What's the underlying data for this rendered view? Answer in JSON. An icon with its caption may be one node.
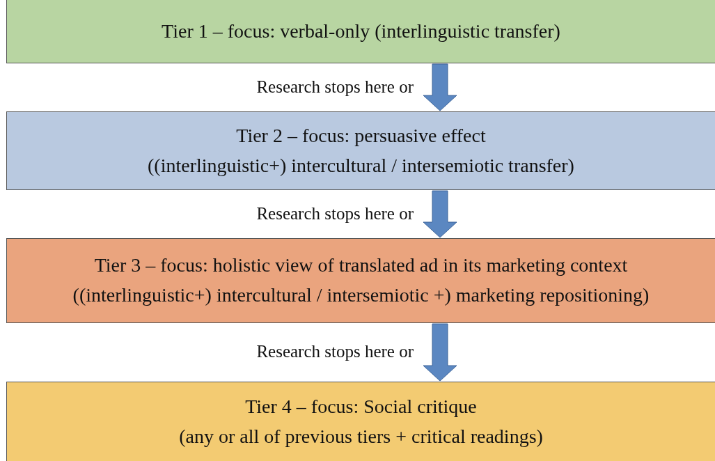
{
  "diagram": {
    "nodes": [
      {
        "text": [
          "Tier 1 – focus: verbal-only (interlinguistic transfer)"
        ]
      },
      {
        "text": [
          "Tier 2 – focus: persuasive effect",
          "((interlinguistic+) intercultural / intersemiotic transfer)"
        ]
      },
      {
        "text": [
          "Tier 3 – focus: holistic view of translated ad in its marketing context",
          "((interlinguistic+) intercultural / intersemiotic +) marketing repositioning)"
        ]
      },
      {
        "text": [
          "Tier 4 – focus: Social critique",
          "(any or all of previous tiers + critical readings)"
        ]
      }
    ],
    "edges": [
      {
        "from": 0,
        "to": 1,
        "arrow": "to",
        "label": "Research stops here or"
      },
      {
        "from": 1,
        "to": 2,
        "arrow": "to",
        "label": "Research stops here or"
      },
      {
        "from": 2,
        "to": 3,
        "arrow": "to",
        "label": "Research stops here or"
      }
    ]
  }
}
